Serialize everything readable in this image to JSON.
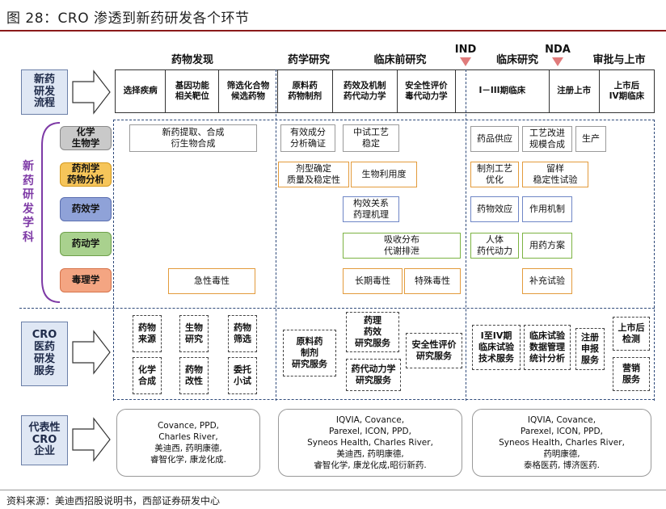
{
  "figure": {
    "title": "图 28：CRO 渗透到新药研发各个环节",
    "source": "资料来源：美迪西招股说明书，西部证券研发中心"
  },
  "stages": {
    "s1": "药物发现",
    "s2": "药学研究",
    "s3": "临床前研究",
    "s4": "临床研究",
    "s5": "审批与上市"
  },
  "milestones": {
    "ind": "IND",
    "nda": "NDA"
  },
  "row_heads": {
    "rd": "新药\n研发\n流程",
    "cro": "CRO\n医药\n研发\n服务",
    "rep": "代表性\nCRO\n企业"
  },
  "process": [
    "选择疾病",
    "基因功能\n相关靶位",
    "筛选化合物\n候选药物",
    "原料药\n药物制剂",
    "药效及机制\n药代动力学",
    "安全性评价\n毒代动力学",
    "I－III期临床",
    "注册上市",
    "上市后\nIV期临床"
  ],
  "discipline_label": "新药研发学科",
  "disciplines": {
    "chem": "化学\n生物学",
    "pharm": "药剂学\n药物分析",
    "pd": "药效学",
    "pk": "药动学",
    "tox": "毒理学"
  },
  "boxes": {
    "chem_extract": "新药提取、合成\n衍生物合成",
    "active_comp": "有效成分\n分析确证",
    "pilot": "中试工艺\n稳定",
    "supply": "药品供应",
    "process_improve": "工艺改进\n规模合成",
    "production": "生产",
    "formulation": "剂型确定\n质量及稳定性",
    "bioavail": "生物利用度",
    "prep_opt": "制剂工艺\n优化",
    "retention": "留样\n稳定性试验",
    "sar": "构效关系\n药理机理",
    "drug_effect": "药物效应",
    "mechanism": "作用机制",
    "adme": "吸收分布\n代谢排泄",
    "human_pk": "人体\n药代动力",
    "dosing": "用药方案",
    "acute": "急性毒性",
    "long_term": "长期毒性",
    "special": "特殊毒性",
    "supplement": "补充试验"
  },
  "cro": {
    "drug_source": "药物\n来源",
    "bio_research": "生物\n研究",
    "drug_screen": "药物\n筛选",
    "chem_synth": "化学\n合成",
    "drug_modify": "药物\n改性",
    "commission": "委托\n小试",
    "api_service": "原料药\n制剂\n研究服务",
    "pharmacology": "药理\n药效\n研究服务",
    "pk_service": "药代动力学\n研究服务",
    "safety": "安全性评价\n研究服务",
    "clinical_tech": "I至IV期\n临床试验\n技术服务",
    "data_mgmt": "临床试验\n数据管理\n统计分析",
    "registration": "注册\n申报\n服务",
    "post_market": "上市后\n检测",
    "marketing": "营销\n服务"
  },
  "reps": {
    "r1": "Covance, PPD,\nCharles River,\n美迪西, 药明康德,\n睿智化学, 康龙化成.",
    "r2": "IQVIA, Covance,\nParexel, ICON, PPD,\nSyneos Health, Charles River,\n美迪西, 药明康德,\n睿智化学, 康龙化成,昭衍新药.",
    "r3": "IQVIA, Covance,\nParexel, ICON, PPD,\nSyneos Health, Charles River,\n药明康德,\n泰格医药, 博济医药."
  },
  "colors": {
    "chem": "#c9c9c9",
    "pharm": "#f6c55a",
    "pd": "#8fa2d8",
    "pk": "#a9d18e",
    "tox": "#f4a582",
    "label_purple": "#7e3aa6",
    "dash_blue": "#2f4a7a"
  }
}
